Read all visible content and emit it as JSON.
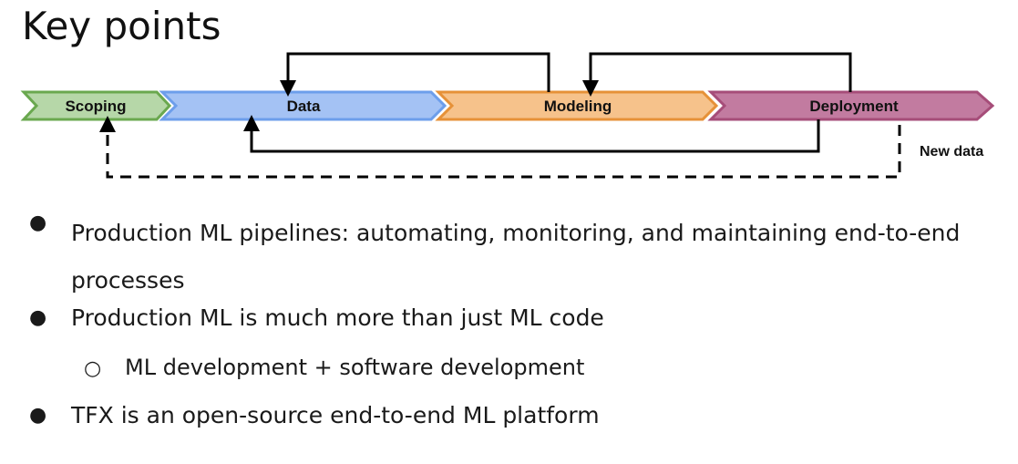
{
  "title": "Key points",
  "diagram": {
    "stages": [
      {
        "label": "Scoping",
        "fill": "#b6d7a8",
        "stroke": "#6aa84f"
      },
      {
        "label": "Data",
        "fill": "#a4c2f4",
        "stroke": "#6d9eeb"
      },
      {
        "label": "Modeling",
        "fill": "#f6c28b",
        "stroke": "#e69138"
      },
      {
        "label": "Deployment",
        "fill": "#c27ba0",
        "stroke": "#a64d79"
      }
    ],
    "feedback_note": "New data"
  },
  "bullets": {
    "item1": "Production ML pipelines: automating, monitoring, and maintaining end-to-end processes",
    "item2": "Production ML is much more than just ML code",
    "item2_sub": "ML development + software development",
    "item3": "TFX is an open-source end-to-end ML platform",
    "bullet_glyph": "●",
    "sub_glyph": "○"
  }
}
